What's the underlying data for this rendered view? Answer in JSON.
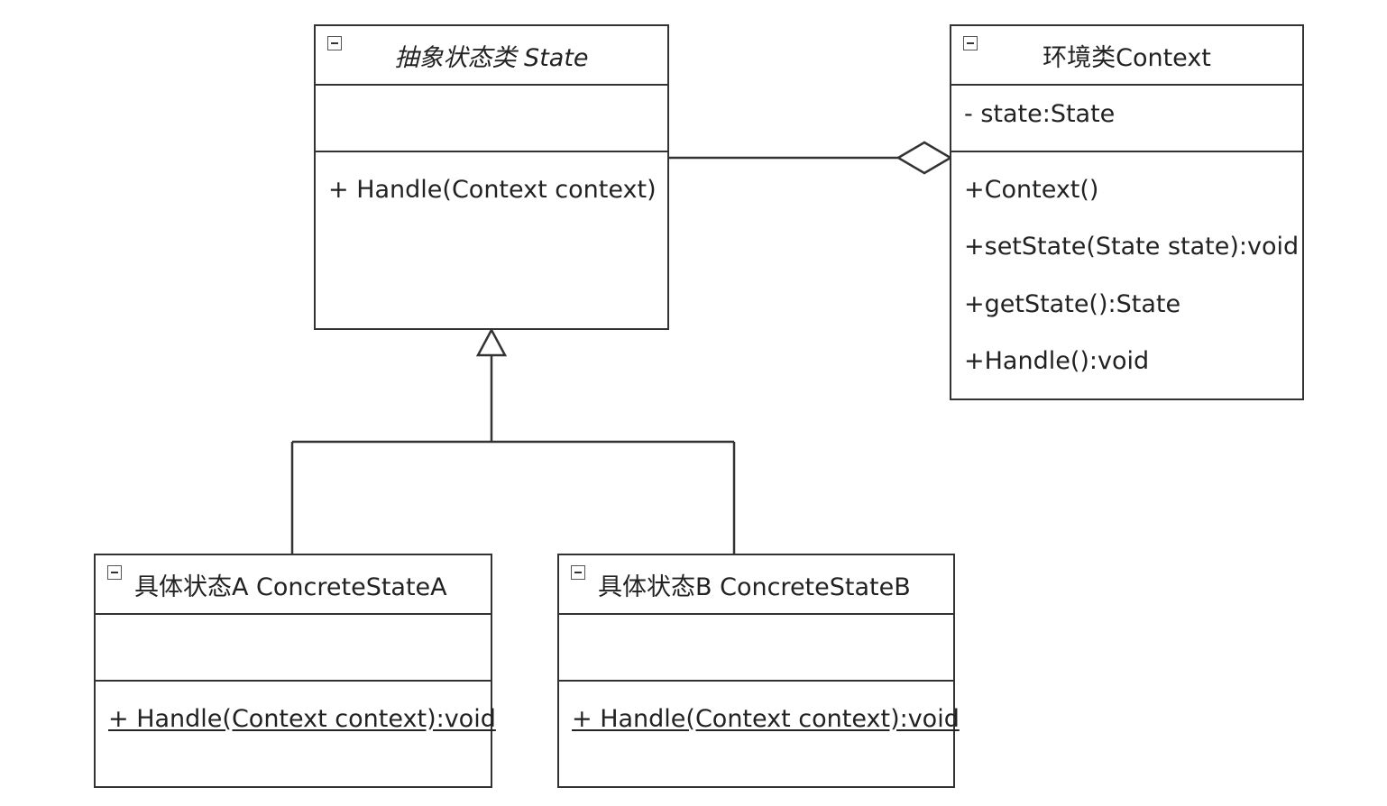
{
  "diagram": {
    "abstract_state": {
      "title": "抽象状态类 State",
      "attributes": [],
      "methods": [
        "+ Handle(Context context)"
      ]
    },
    "context": {
      "title": "环境类Context",
      "attributes": [
        "- state:State"
      ],
      "methods": [
        "+Context()",
        "+setState(State state):void",
        "+getState():State",
        "+Handle():void"
      ]
    },
    "concrete_a": {
      "title": "具体状态A ConcreteStateA",
      "attributes": [],
      "methods": [
        "+ Handle(Context context):void"
      ]
    },
    "concrete_b": {
      "title": "具体状态B ConcreteStateB",
      "attributes": [],
      "methods": [
        "+ Handle(Context context):void"
      ]
    },
    "relationships": [
      {
        "type": "aggregation",
        "from": "context",
        "to": "abstract_state"
      },
      {
        "type": "generalization",
        "from": "concrete_a",
        "to": "abstract_state"
      },
      {
        "type": "generalization",
        "from": "concrete_b",
        "to": "abstract_state"
      }
    ],
    "colors": {
      "line": "#333333",
      "background": "#ffffff",
      "text": "#222222"
    }
  }
}
